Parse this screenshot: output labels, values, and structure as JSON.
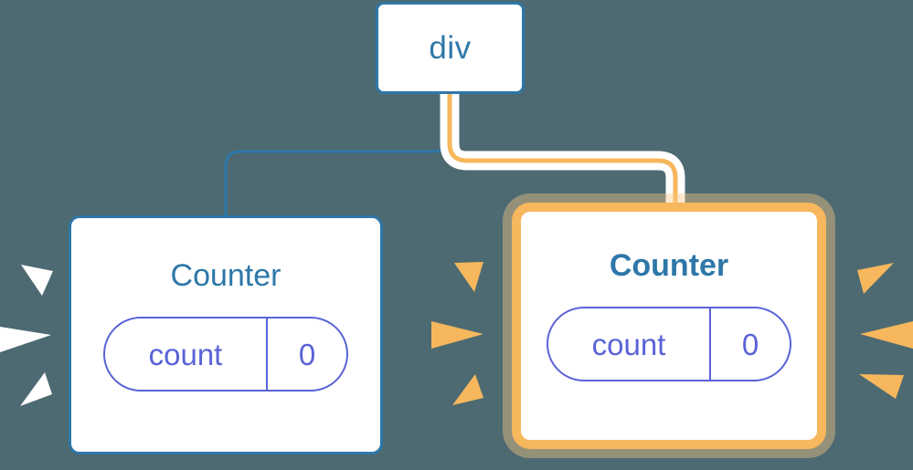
{
  "diagram": {
    "type": "component-tree",
    "background_color": "#4d6a72",
    "description": "React component tree: a div parent with two Counter children; the right Counter is highlighted as re-rendering."
  },
  "nodes": {
    "root": {
      "id": "div",
      "label": "div",
      "border_color": "#2e77a8",
      "text_color": "#2e77a8",
      "highlighted": "false"
    },
    "children": [
      {
        "id": "counter-left",
        "label": "Counter",
        "border_color": "#2e77a8",
        "text_color": "#2e77a8",
        "highlighted": "false",
        "state": {
          "key": "count",
          "value": "0",
          "color": "#5a63d6"
        },
        "burst_color": "#ffffff"
      },
      {
        "id": "counter-right",
        "label": "Counter",
        "border_color": "#f7b75c",
        "text_color": "#2e77a8",
        "highlighted": "true",
        "state": {
          "key": "count",
          "value": "0",
          "color": "#5a63d6"
        },
        "burst_color": "#f7b75c"
      }
    ]
  },
  "edges": [
    {
      "id": "edge-div-to-left-counter",
      "from": "div",
      "to": "counter-left",
      "color": "#2e77a8",
      "width": 3,
      "style": "solid"
    },
    {
      "id": "edge-div-to-right-counter",
      "from": "div",
      "to": "counter-right",
      "color": "#f7b75c",
      "width": 5,
      "style": "solid-with-white-halo",
      "halo_color": "#ffffff"
    }
  ],
  "bursts": [
    {
      "id": "burst-left-counter-left-side",
      "color": "#ffffff",
      "rays": 3,
      "direction": "left"
    },
    {
      "id": "burst-left-counter-right-side",
      "color": "#f7b75c",
      "rays": 3,
      "direction": "right"
    },
    {
      "id": "burst-right-counter-right-side",
      "color": "#f7b75c",
      "rays": 3,
      "direction": "right"
    }
  ],
  "palette": {
    "background": "#4d6a72",
    "node_fill": "#ffffff",
    "blue": "#2e77a8",
    "orange": "#f7b75c",
    "orange_glow": "#fad79a",
    "indigo": "#5a63d6",
    "white": "#ffffff"
  }
}
